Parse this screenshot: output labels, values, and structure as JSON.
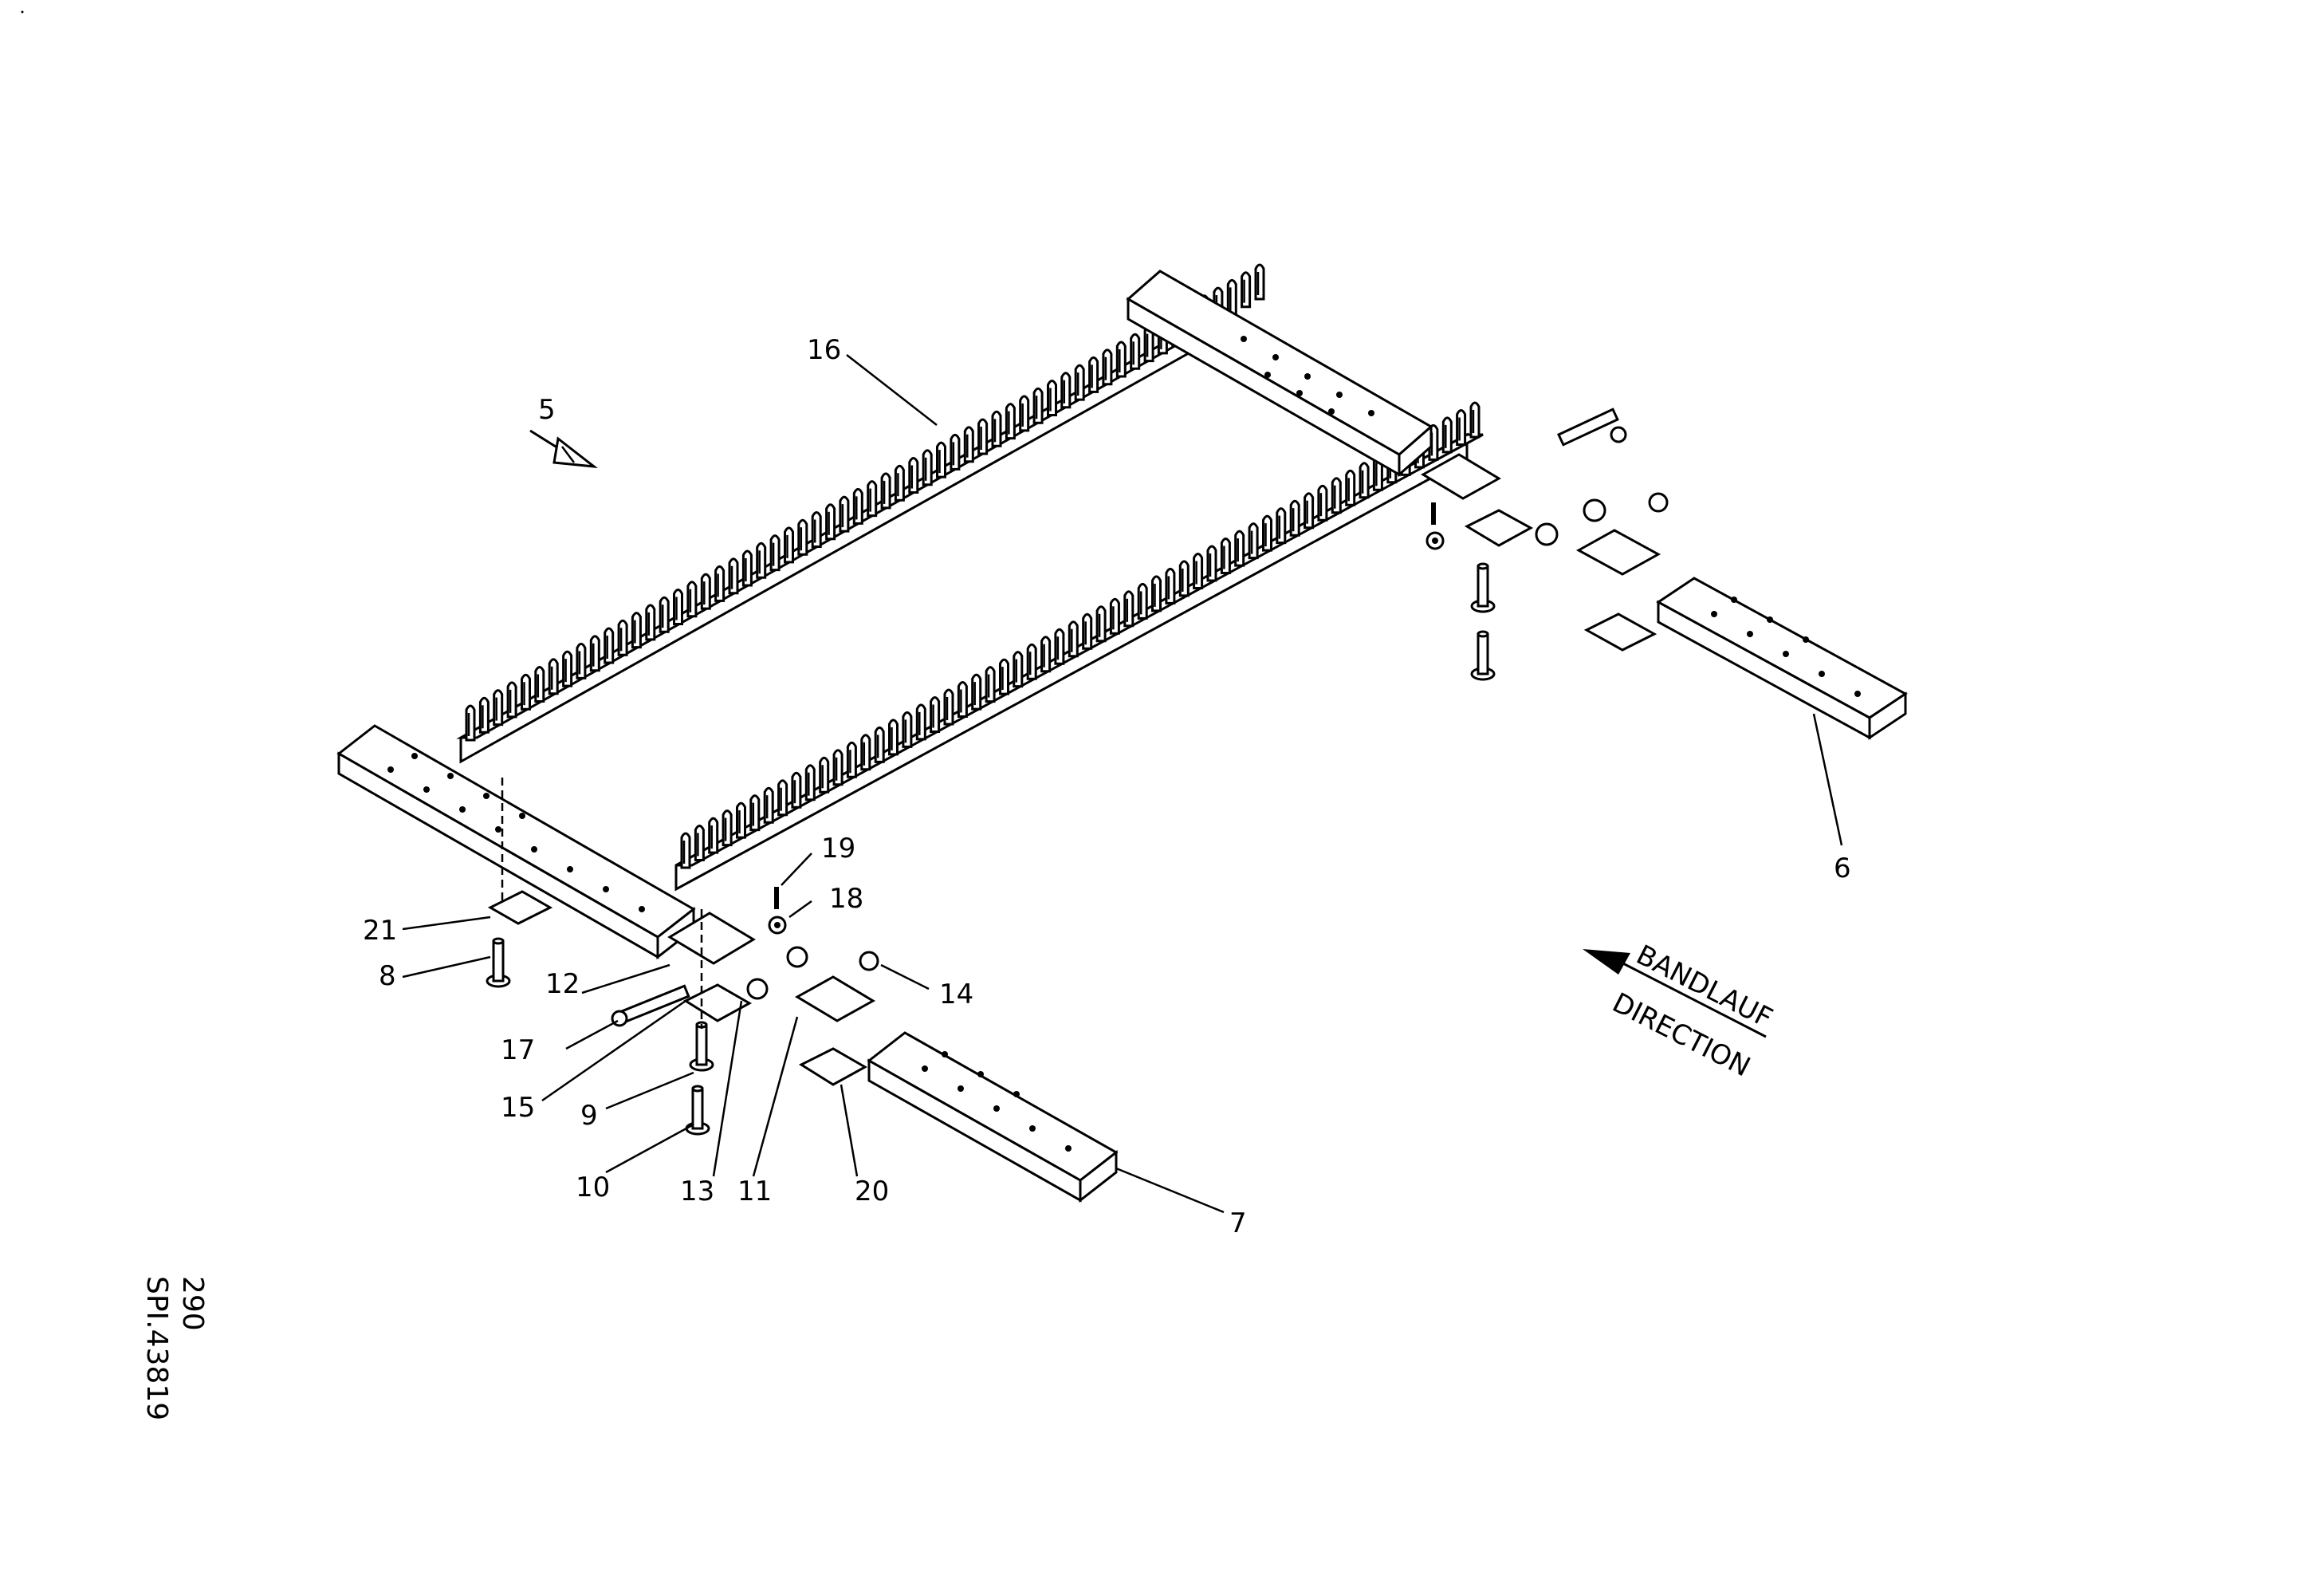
{
  "diagram": {
    "callouts": [
      "16",
      "5",
      "6",
      "7",
      "8",
      "9",
      "10",
      "11",
      "12",
      "13",
      "14",
      "15",
      "17",
      "18",
      "19",
      "20",
      "21"
    ],
    "direction_label": {
      "line1": "BANDLAUF",
      "line2": "DIRECTION"
    },
    "side_text": {
      "page_number": "290",
      "drawing_number": "SPI.43819"
    }
  }
}
